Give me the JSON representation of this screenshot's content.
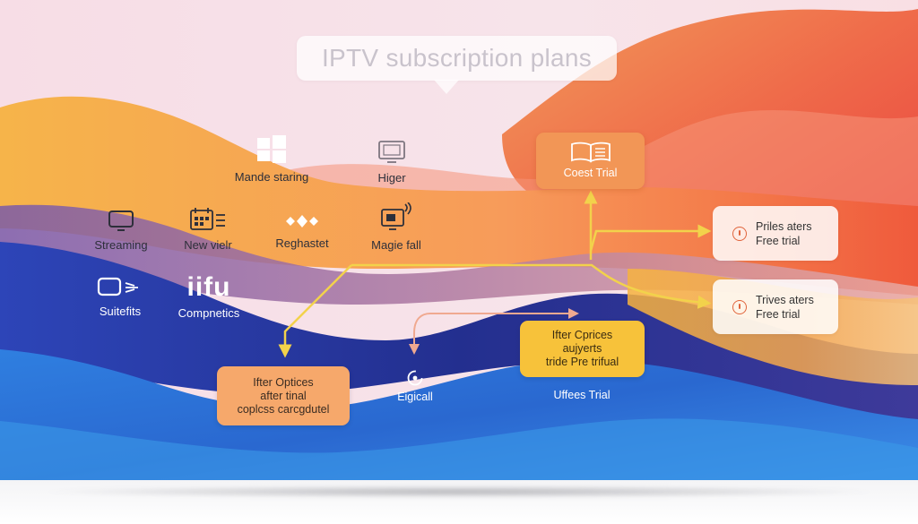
{
  "title": "IPTV subscription plans",
  "colors": {
    "orange": "#f29656",
    "peach": "#f6a86b",
    "yellow": "#f7c23a",
    "connector": "#f2d24b",
    "connector_pink": "#f0a990",
    "wave_blue": "#2a6fd0",
    "wave_navy": "#1d2a8a",
    "wave_red": "#ef4d3e"
  },
  "features": [
    {
      "label": "Mande staring",
      "icon": "windows-grid-icon"
    },
    {
      "label": "Higer",
      "icon": "tv-screen-icon"
    },
    {
      "label": "Streaming",
      "icon": "tv-icon"
    },
    {
      "label": "New vielr",
      "icon": "calendar-icon"
    },
    {
      "label": "Reghastet",
      "icon": "diamonds-icon"
    },
    {
      "label": "Magie fall",
      "icon": "tv-signal-icon"
    },
    {
      "label": "Suitefits",
      "icon": "tv-wifi-icon"
    },
    {
      "label": "Compnetics",
      "icon": "logo-text-icon",
      "logo_text": "iifu"
    }
  ],
  "cards": {
    "trial": {
      "label": "Coest Trial",
      "icon": "book-icon"
    },
    "plans_free": {
      "line1": "Priles aters",
      "line2": "Free trial"
    },
    "trives_free": {
      "line1": "Trives aters",
      "line2": "Free trial"
    },
    "options_left": {
      "line1": "Ifter Optices",
      "line2": "after tinal",
      "line3": "coplcss carcgdutel"
    },
    "options_right": {
      "line1": "Ifter Cprices",
      "line2": "aujyerts",
      "line3": "tride Pre trifual"
    }
  },
  "labels": {
    "eigicall": "Eigicall",
    "uffees_trial": "Uffees Trial"
  }
}
